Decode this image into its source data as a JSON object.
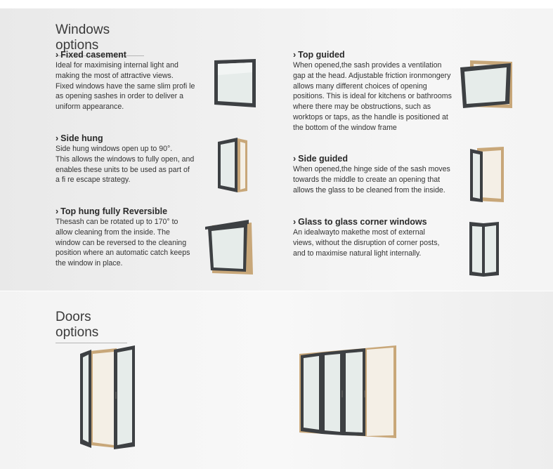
{
  "windows_section": {
    "title": "Windows options",
    "options": [
      {
        "title": "Fixed casement",
        "lines": [
          "Ideal for maximising internal light and",
          "making the most of attractive views.",
          "Fixed windows have the same slim profi le",
          "as opening sashes in order to deliver a",
          "uniform appearance."
        ]
      },
      {
        "title": "Side hung",
        "lines": [
          "Side hung windows open up to 90°.",
          "This allows the windows to fully open, and",
          "enables these units to be used as part of",
          "a fi re escape strategy."
        ]
      },
      {
        "title": "Top hung fully Reversible",
        "lines": [
          "Thesash can be rotated up to 170° to",
          "allow cleaning from the inside. The",
          "window can be reversed to the cleaning",
          "position where an automatic catch keeps",
          "the window in place."
        ]
      },
      {
        "title": "Top guided",
        "lines": [
          "When opened,the sash provides a ventilation",
          "gap at the head. Adjustable friction ironmongery",
          "allows many different choices of opening",
          "positions. This is ideal for kitchens or bathrooms",
          "where there may be obstructions, such as",
          "worktops or taps, as the handle is positioned at",
          "the bottom of the window frame"
        ]
      },
      {
        "title": "Side guided",
        "lines": [
          "When opened,the hinge side of the sash moves",
          "towards the middle to create an opening that",
          "allows the glass to be cleaned from the inside."
        ]
      },
      {
        "title": "Glass to glass corner windows",
        "lines": [
          "An idealwayto makethe most of external",
          "views, without the disruption of corner posts,",
          "and to maximise natural light internally."
        ]
      }
    ]
  },
  "doors_section": {
    "title": "Doors options"
  },
  "colors": {
    "frame": "#3d4043",
    "timber": "#c8a779",
    "glass": "#e6ecea"
  },
  "icons": [
    "fixed-casement-window-icon",
    "side-hung-window-icon",
    "top-hung-reversible-window-icon",
    "top-guided-window-icon",
    "side-guided-window-icon",
    "corner-window-icon",
    "french-door-icon",
    "sliding-door-icon"
  ]
}
